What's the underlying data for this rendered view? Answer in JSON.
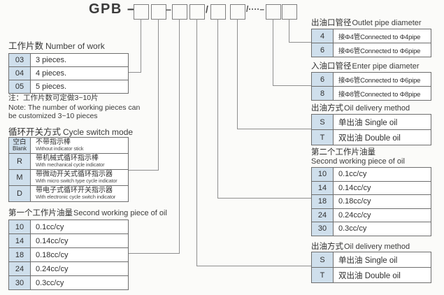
{
  "model_code": {
    "prefix": "GPB –",
    "sep_dash": "–",
    "sep_slash": "/",
    "sep_slash_dots": "/····–"
  },
  "left_tables": {
    "number_of_work": {
      "title_zh": "工作片数",
      "title_en": "Number of work",
      "rows": [
        {
          "code": "03",
          "desc": "3 pieces."
        },
        {
          "code": "04",
          "desc": "4 pieces."
        },
        {
          "code": "05",
          "desc": "5 pieces."
        }
      ],
      "note_zh": "注：工作片数可定做3~10片",
      "note_en_line1": "Note: The number of working pieces can",
      "note_en_line2": "be customized 3~10 pieces"
    },
    "cycle_switch_mode": {
      "title_zh": "循环开关方式",
      "title_en": "Cycle switch mode",
      "rows": [
        {
          "code_zh": "空白",
          "code_en": "Blank",
          "desc_zh": "不带指示棒",
          "desc_en": "Without indicator stick"
        },
        {
          "code": "R",
          "desc_zh": "带机械式循环指示棒",
          "desc_en": "With mechanical cycle indicator"
        },
        {
          "code": "M",
          "desc_zh": "带微动开关式循环指示器",
          "desc_en": "With micro switch type cycle indicator"
        },
        {
          "code": "D",
          "desc_zh": "带电子式循环开关指示器",
          "desc_en": "With electronic cycle switch indicator"
        }
      ]
    },
    "first_piece_oil": {
      "title_zh": "第一个工作片油量",
      "title_en": "Second working piece of oil",
      "rows": [
        {
          "code": "10",
          "desc": "0.1cc/cy"
        },
        {
          "code": "14",
          "desc": "0.14cc/cy"
        },
        {
          "code": "18",
          "desc": "0.18cc/cy"
        },
        {
          "code": "24",
          "desc": "0.24cc/cy"
        },
        {
          "code": "30",
          "desc": "0.3cc/cy"
        }
      ]
    }
  },
  "right_tables": {
    "outlet_pipe": {
      "title_zh": "出油口管径",
      "title_en": "Outlet pipe diameter",
      "rows": [
        {
          "code": "4",
          "desc": "接Φ4管Connected to Φ4pipe"
        },
        {
          "code": "6",
          "desc": "接Φ6管Connected to Φ6pipe"
        }
      ]
    },
    "enter_pipe": {
      "title_zh": "入油口管径",
      "title_en": "Enter pipe diameter",
      "rows": [
        {
          "code": "6",
          "desc": "接Φ6管Connected to Φ6pipe"
        },
        {
          "code": "8",
          "desc": "接Φ8管Connected to Φ8pipe"
        }
      ]
    },
    "oil_delivery_1": {
      "title_zh": "出油方式",
      "title_en": "Oil delivery method",
      "rows": [
        {
          "code": "S",
          "desc": "单出油 Single oil"
        },
        {
          "code": "T",
          "desc": "双出油 Double oil"
        }
      ]
    },
    "second_piece_oil": {
      "title_zh": "第二个工作片油量",
      "title_en": "Second working piece of oil",
      "rows": [
        {
          "code": "10",
          "desc": "0.1cc/cy"
        },
        {
          "code": "14",
          "desc": "0.14cc/cy"
        },
        {
          "code": "18",
          "desc": "0.18cc/cy"
        },
        {
          "code": "24",
          "desc": "0.24cc/cy"
        },
        {
          "code": "30",
          "desc": "0.3cc/cy"
        }
      ]
    },
    "oil_delivery_2": {
      "title_zh": "出油方式",
      "title_en": "Oil delivery method",
      "rows": [
        {
          "code": "S",
          "desc": "单出油 Single oil"
        },
        {
          "code": "T",
          "desc": "双出油 Double oil"
        }
      ]
    }
  },
  "colors": {
    "code_cell_bg": "#cfdfec",
    "table_border": "#6e6e6e",
    "connector_line": "#8f8f8f",
    "text": "#333333"
  }
}
